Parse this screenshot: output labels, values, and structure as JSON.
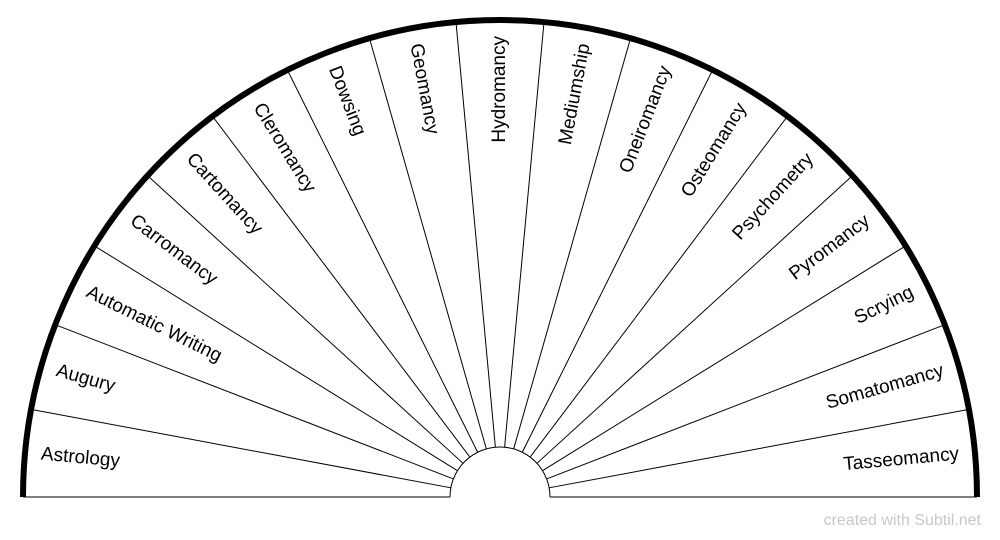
{
  "segments": [
    "Astrology",
    "Augury",
    "Automatic Writing",
    "Carromancy",
    "Cartomancy",
    "Cleromancy",
    "Dowsing",
    "Geomancy",
    "Hydromancy",
    "Mediumship",
    "Oneiromancy",
    "Osteomancy",
    "Psychometry",
    "Pyromancy",
    "Scrying",
    "Somatomancy",
    "Tasseomancy"
  ],
  "colors": {
    "line": "#000000",
    "background": "#ffffff",
    "credit": "#c8c8c8"
  },
  "credit": "created with Subtil.net"
}
